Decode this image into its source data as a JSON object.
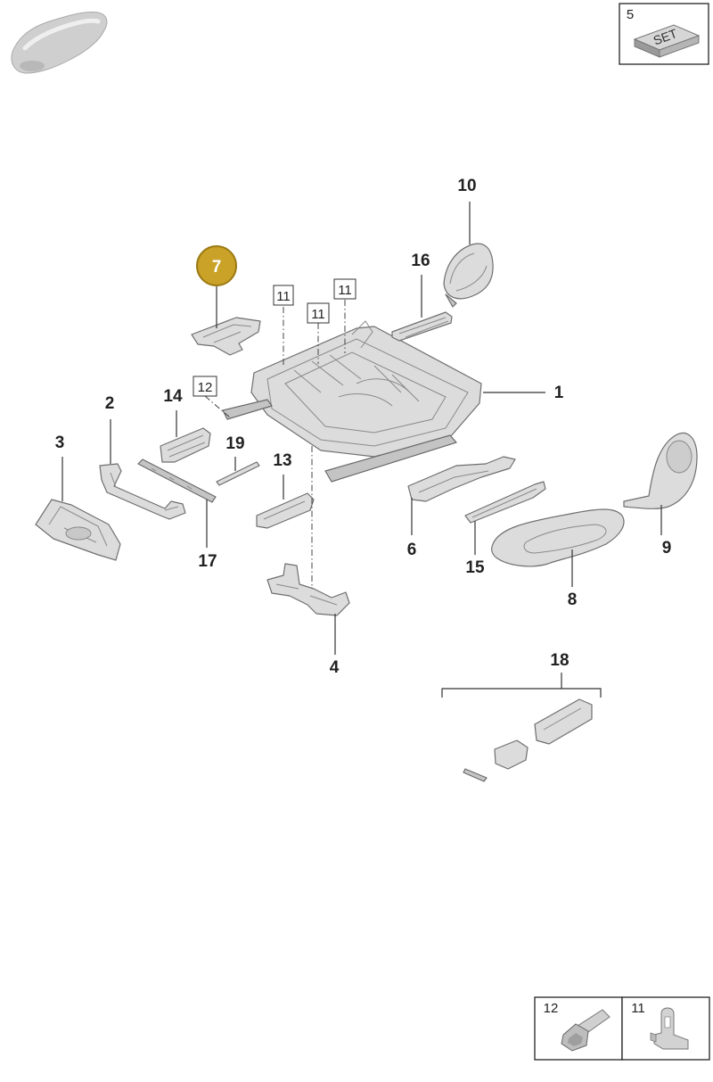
{
  "set_box": {
    "number": "5",
    "label": "SET"
  },
  "callouts": {
    "c1": "1",
    "c2": "2",
    "c3": "3",
    "c4": "4",
    "c6": "6",
    "c7": "7",
    "c8": "8",
    "c9": "9",
    "c10": "10",
    "c13": "13",
    "c14": "14",
    "c15": "15",
    "c16": "16",
    "c17": "17",
    "c18": "18",
    "c19": "19"
  },
  "boxed_refs": {
    "b11a": "11",
    "b11b": "11",
    "b11c": "11",
    "b12": "12"
  },
  "legend": {
    "left_number": "12",
    "right_number": "11"
  },
  "colors": {
    "highlight": "#c9a227",
    "highlight_stroke": "#9c7a14",
    "part_fill": "#dcdcdc"
  },
  "icons": {
    "vehicle": "car-silhouette-icon",
    "set": "set-box-icon",
    "bolt": "bolt-icon",
    "clip": "clip-icon"
  }
}
